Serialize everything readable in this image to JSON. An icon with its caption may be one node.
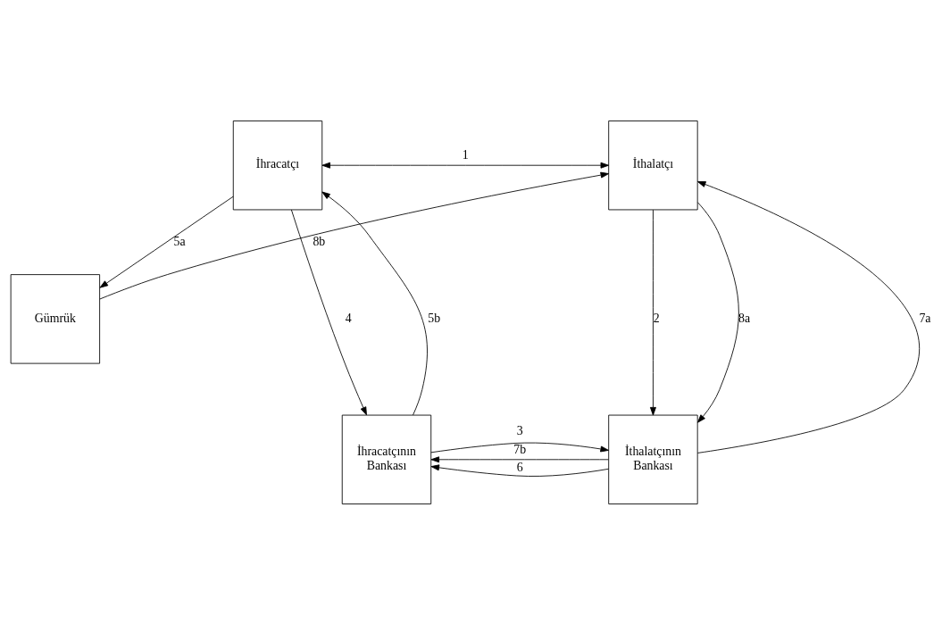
{
  "diagram": {
    "nodes": [
      {
        "text": [
          "İhracatçı"
        ]
      },
      {
        "text": [
          "İthalatçı"
        ]
      },
      {
        "text": [
          "Gümrük"
        ]
      },
      {
        "text": [
          "İhracatçının Bankası"
        ]
      },
      {
        "text": [
          "İthalatçının Bankası"
        ]
      }
    ],
    "edges": [
      {
        "from": 0,
        "to": 1,
        "arrow": "both",
        "label": "1"
      },
      {
        "from": 0,
        "to": 3,
        "arrow": "to",
        "label": "4"
      },
      {
        "from": 3,
        "to": 0,
        "arrow": "to",
        "label": "5b"
      },
      {
        "from": 0,
        "to": 2,
        "arrow": "to",
        "label": "5a"
      },
      {
        "from": 2,
        "to": 1,
        "arrow": "to",
        "label": "8b"
      },
      {
        "from": 4,
        "to": 1,
        "arrow": "to",
        "label": "7a"
      },
      {
        "from": 1,
        "to": 4,
        "arrow": "to",
        "label": "2"
      },
      {
        "from": 1,
        "to": 4,
        "arrow": "to",
        "label": "8a"
      },
      {
        "from": 4,
        "to": 3,
        "arrow": "to",
        "label": "7b"
      },
      {
        "from": 4,
        "to": 3,
        "arrow": "to",
        "label": "6"
      },
      {
        "from": 3,
        "to": 4,
        "arrow": "to",
        "label": "3"
      }
    ]
  }
}
